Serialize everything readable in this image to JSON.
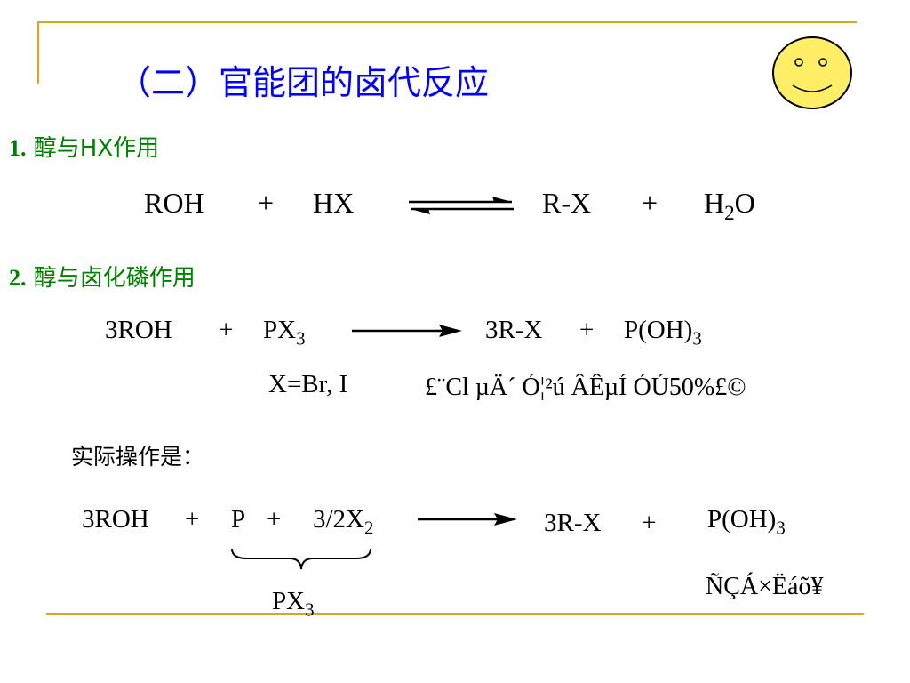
{
  "title": "（二）官能团的卤代反应",
  "section1": {
    "number": "1.",
    "heading": "醇与HX作用",
    "reaction": {
      "reactant1": "ROH",
      "plus1": "+",
      "reactant2": "HX",
      "product1": "R-X",
      "plus2": "+",
      "product2_base": "H",
      "product2_sub": "2",
      "product2_tail": "O"
    }
  },
  "section2": {
    "number": "2.",
    "heading": "醇与卤化磷作用",
    "reaction": {
      "reactant1": "3ROH",
      "plus1": "+",
      "reactant2_base": "PX",
      "reactant2_sub": "3",
      "product1": "3R-X",
      "plus2": "+",
      "product2_base": "P(OH)",
      "product2_sub": "3"
    },
    "condition": "X=Br, I",
    "garbled_note": "£¨Cl µÄ´ Ó¦²ú ÂÊµÍ ÓÚ50%£©"
  },
  "practice": {
    "label": "实际操作是：",
    "reaction": {
      "reactant1": "3ROH",
      "plus1": "+",
      "reactant2": "P",
      "plus2": "+",
      "reactant3_base": "3/2X",
      "reactant3_sub": "2",
      "product1": "3R-X",
      "plus3": "+",
      "product2_base": "P(OH)",
      "product2_sub": "3"
    },
    "brace_label_base": "PX",
    "brace_label_sub": "3",
    "garbled_note": "ÑÇÁ×Ëáõ¥"
  },
  "colors": {
    "title": "#0000FF",
    "heading": "#008000",
    "rule": "#DAA520",
    "smiley_face": "#FFEE66"
  }
}
